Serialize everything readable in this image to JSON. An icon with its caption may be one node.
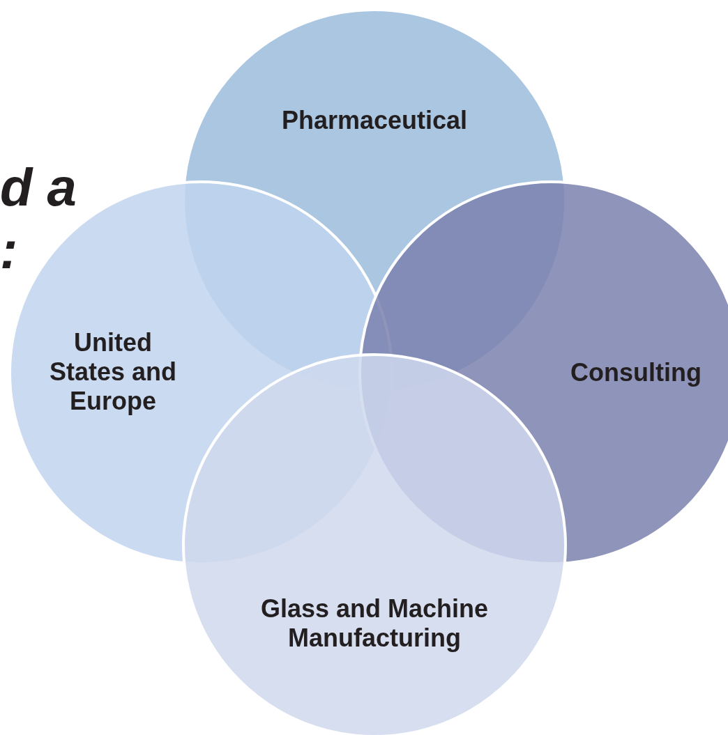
{
  "diagram": {
    "nodes": [
      {
        "text": [
          "Pharmaceutical"
        ]
      },
      {
        "text": [
          "United States and Europe"
        ]
      },
      {
        "text": [
          "Consulting"
        ]
      },
      {
        "text": [
          "Glass and Machine Manufacturing"
        ]
      }
    ],
    "labels": [
      "d a",
      ":"
    ]
  }
}
